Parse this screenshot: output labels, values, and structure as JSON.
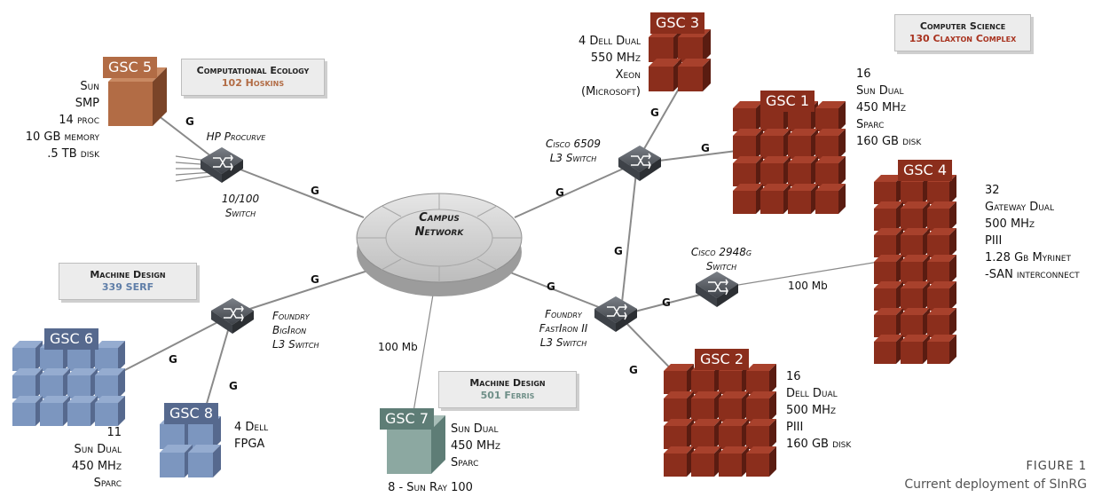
{
  "colors": {
    "red": "#8b2e1c",
    "red_light": "#a8412c",
    "red_dark": "#5a1c11",
    "blue": "#7c96bf",
    "blue_light": "#95acd0",
    "blue_dark": "#56698e",
    "brown": "#b26c45",
    "teal": "#6f8f88",
    "teal_light": "#a8beb8",
    "switch": "#5a5f66",
    "campus": "#d2d2d2"
  },
  "campus": {
    "line1": "Campus",
    "line2": "Network"
  },
  "clusters": {
    "gsc1": {
      "tag": "GSC 1",
      "specs": [
        "16",
        "Sun Dual",
        "450 MHz",
        "Sparc",
        "160 GB disk"
      ]
    },
    "gsc2": {
      "tag": "GSC 2",
      "specs": [
        "16",
        "Dell Dual",
        "500 MHz",
        "PIII",
        "160 GB disk"
      ]
    },
    "gsc3": {
      "tag": "GSC 3",
      "specs": [
        "4 Dell Dual",
        "550 MHz",
        "Xeon",
        "(Microsoft)"
      ]
    },
    "gsc4": {
      "tag": "GSC 4",
      "specs": [
        "32",
        "Gateway Dual",
        "500 MHz",
        "PIII",
        "1.28 Gb Myrinet",
        "-SAN interconnect"
      ]
    },
    "gsc5": {
      "tag": "GSC 5",
      "specs": [
        "Sun",
        "SMP",
        "14 proc",
        "10 GB memory",
        ".5 TB disk"
      ]
    },
    "gsc6": {
      "tag": "GSC 6",
      "specs": [
        "11",
        "Sun Dual",
        "450 MHz",
        "Sparc"
      ]
    },
    "gsc7": {
      "tag": "GSC 7",
      "specs": [
        "Sun Dual",
        "450 MHz",
        "Sparc"
      ],
      "footer": "8 - Sun Ray 100"
    },
    "gsc8": {
      "tag": "GSC 8",
      "specs": [
        "4 Dell",
        "FPGA"
      ]
    }
  },
  "switches": {
    "hp": {
      "line1": "HP Procurve",
      "speed_line1": "10/100",
      "speed_line2": "Switch"
    },
    "cisco6509": {
      "line1": "Cisco 6509",
      "line2": "L3 Switch"
    },
    "cisco2948": {
      "line1": "Cisco 2948g",
      "line2": "Switch"
    },
    "foundry_fast": {
      "line1": "Foundry",
      "line2": "FastIron II",
      "line3": "L3 Switch"
    },
    "foundry_big": {
      "line1": "Foundry",
      "line2": "BigIron",
      "line3": "L3 Switch"
    }
  },
  "locations": {
    "cs": {
      "line1": "Computer Science",
      "line2": "130 Claxton Complex",
      "color": "#a8321e"
    },
    "eco": {
      "line1": "Computational Ecology",
      "line2": "102 Hoskins",
      "color": "#b26c45"
    },
    "md339": {
      "line1": "Machine Design",
      "line2": "339 SERF",
      "color": "#5f7ea8"
    },
    "md501": {
      "line1": "Machine Design",
      "line2": "501 Ferris",
      "color": "#6f8f88"
    }
  },
  "links": {
    "g": "G",
    "mb100": "100 Mb"
  },
  "caption": {
    "figure": "FIGURE 1",
    "text": "Current deployment of SInRG"
  }
}
